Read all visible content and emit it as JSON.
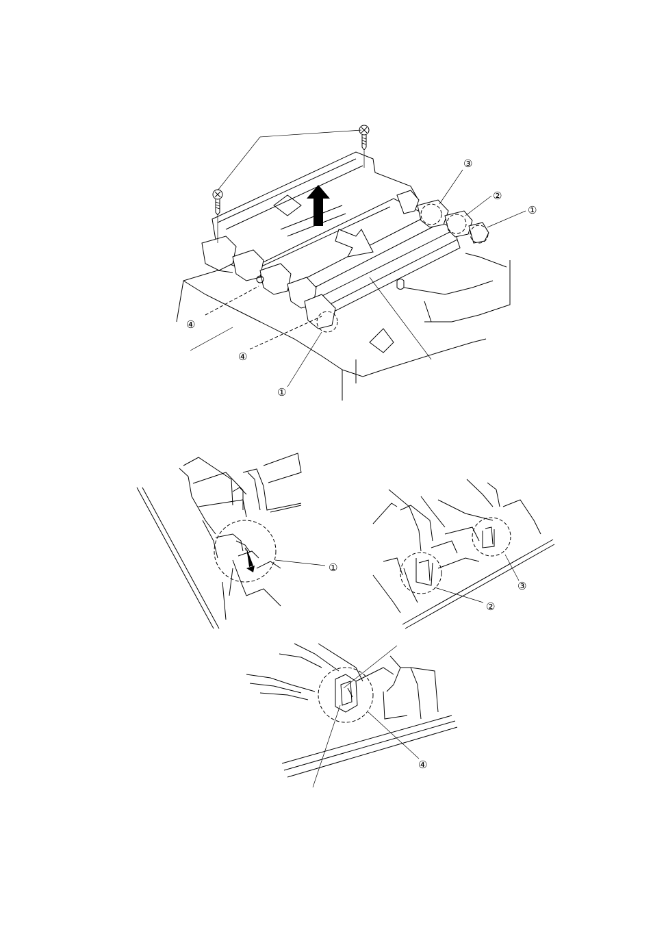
{
  "figure": {
    "callouts": {
      "c1": "①",
      "c2": "②",
      "c3": "③",
      "c4": "④"
    }
  }
}
